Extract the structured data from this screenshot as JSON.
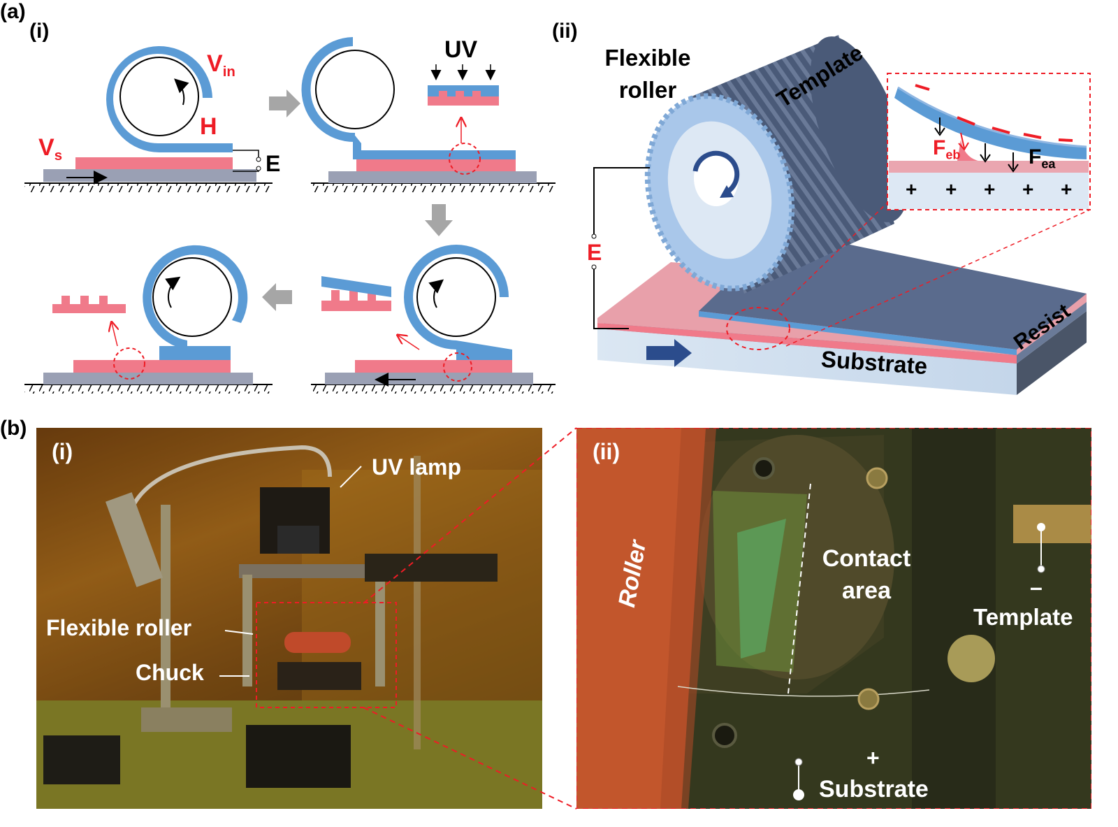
{
  "panel_a": {
    "label": "(a)",
    "sub_i": "(i)",
    "sub_ii": "(ii)",
    "diagram_i": {
      "v_in_main": "V",
      "v_in_sub": "in",
      "h": "H",
      "v_s_main": "V",
      "v_s_sub": "s",
      "e": "E",
      "uv": "UV"
    },
    "diagram_ii": {
      "flexible_roller_line1": "Flexible",
      "flexible_roller_line2": "roller",
      "template": "Template",
      "e": "E",
      "resist": "Resist",
      "substrate": "Substrate",
      "f_eb_main": "F",
      "f_eb_sub": "eb",
      "f_ea_main": "F",
      "f_ea_sub": "ea",
      "plus_sign": "+",
      "minus_sign": "–"
    }
  },
  "panel_b": {
    "label": "(b)",
    "sub_i": "(i)",
    "sub_ii": "(ii)",
    "photo_i": {
      "uv_lamp": "UV lamp",
      "flexible_roller": "Flexible roller",
      "chuck": "Chuck"
    },
    "photo_ii": {
      "roller": "Roller",
      "contact_area_line1": "Contact",
      "contact_area_line2": "area",
      "minus": "–",
      "template": "Template",
      "plus": "+",
      "substrate": "Substrate"
    }
  },
  "colors": {
    "template_blue": "#5b9bd5",
    "resist_pink": "#f07a8a",
    "substrate_gray": "#9aa0b4",
    "annotation_red": "#ee1c25",
    "roller_dark": "#4a5a78"
  }
}
